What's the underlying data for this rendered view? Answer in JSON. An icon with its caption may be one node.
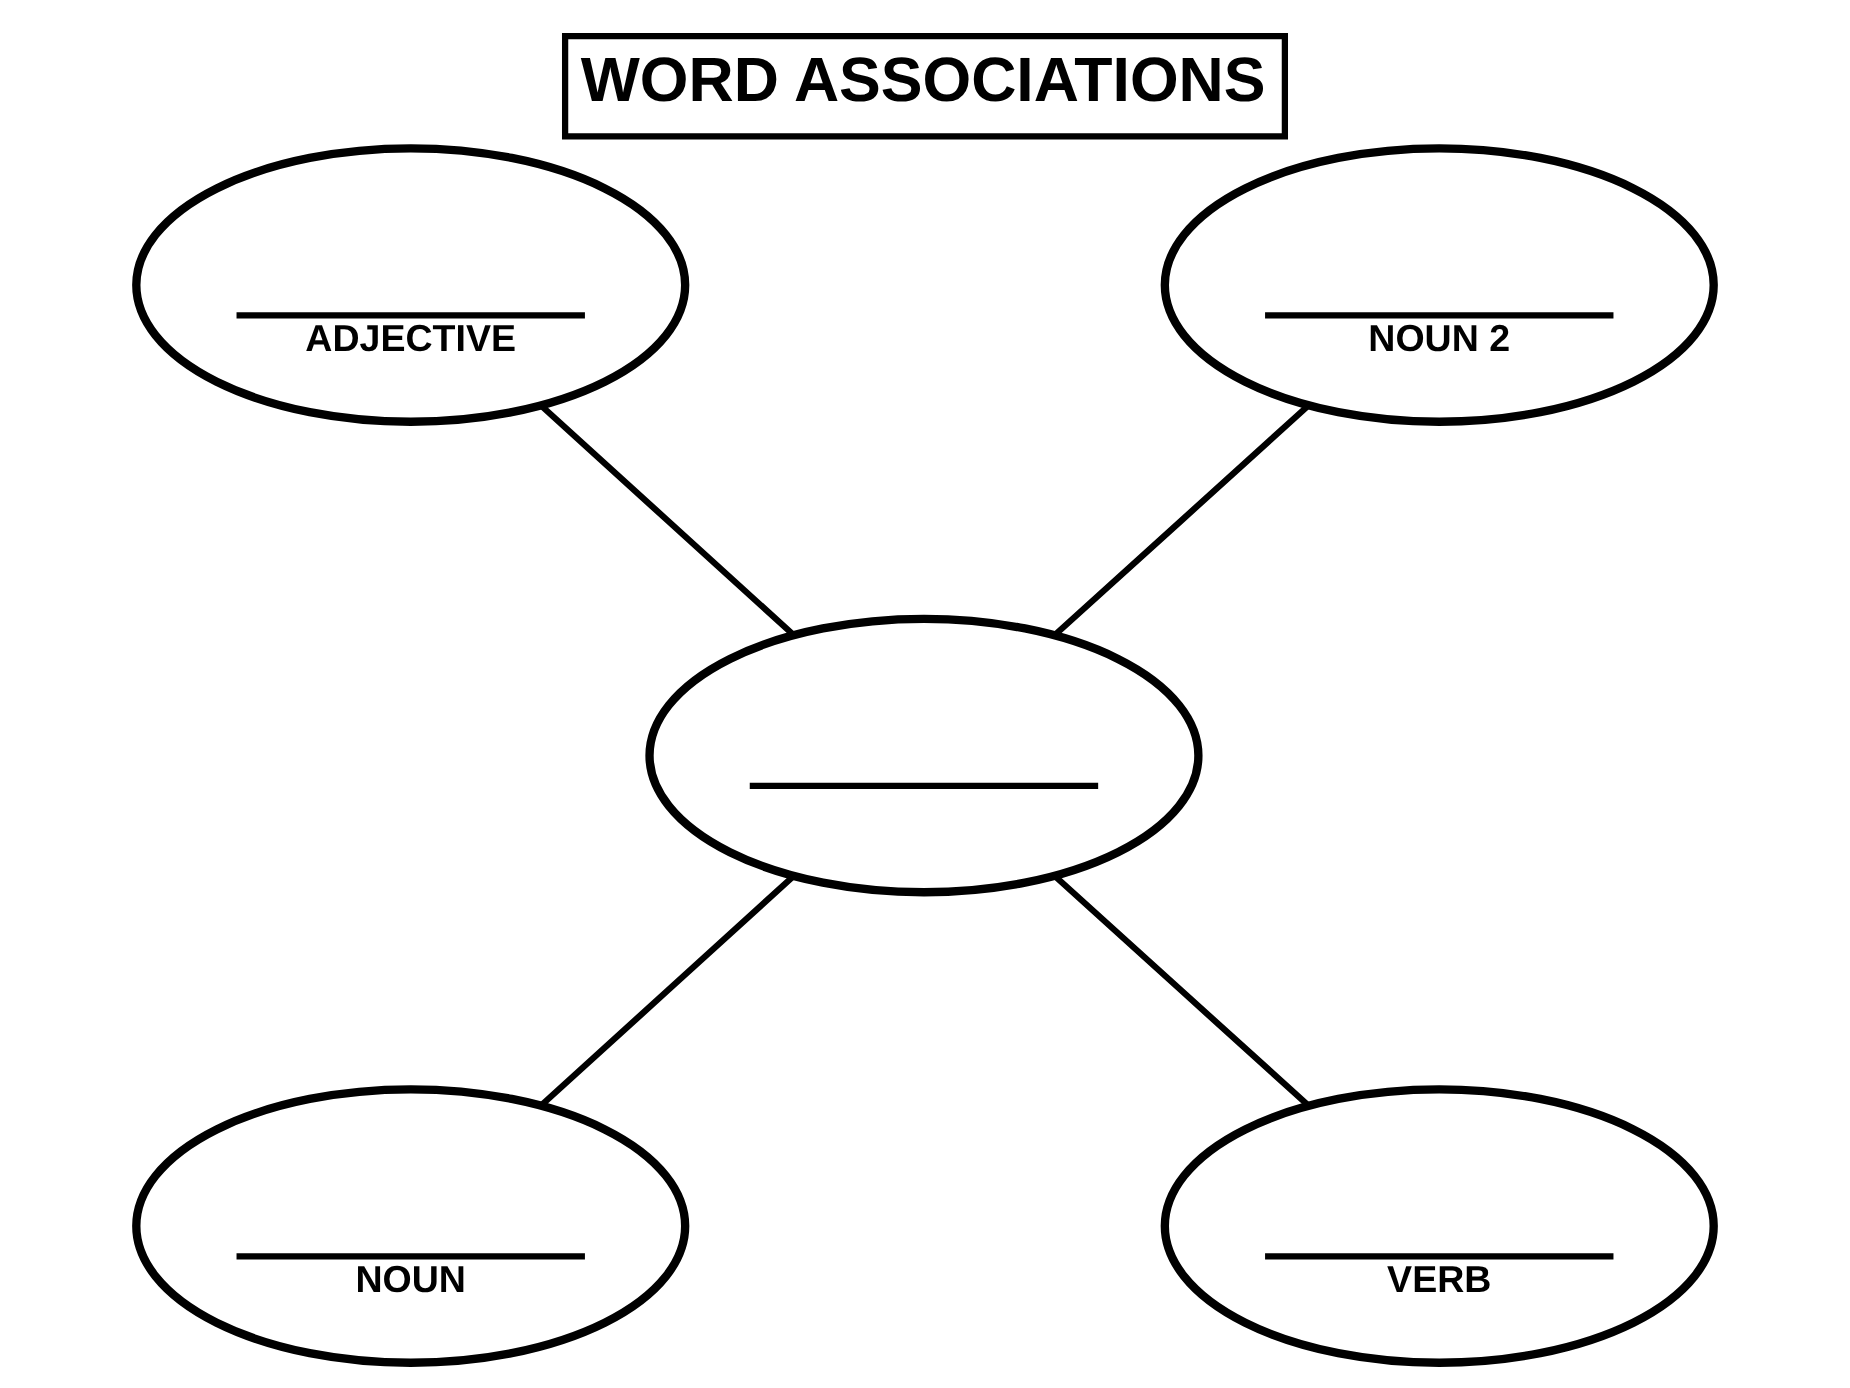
{
  "diagram": {
    "title": "WORD ASSOCIATIONS",
    "nodes": [
      {
        "text": [
          "ADJECTIVE"
        ]
      },
      {
        "text": [
          "NOUN 2"
        ]
      },
      {
        "text": [],
        "shape": "ellipse"
      },
      {
        "text": [
          "NOUN"
        ]
      },
      {
        "text": [
          "VERB"
        ]
      }
    ],
    "edges": [
      {
        "from": 0,
        "to": 2,
        "arrow": "none"
      },
      {
        "from": 1,
        "to": 2,
        "arrow": "none"
      },
      {
        "from": 2,
        "to": 3,
        "arrow": "none"
      },
      {
        "from": 2,
        "to": 4,
        "arrow": "none"
      }
    ]
  }
}
